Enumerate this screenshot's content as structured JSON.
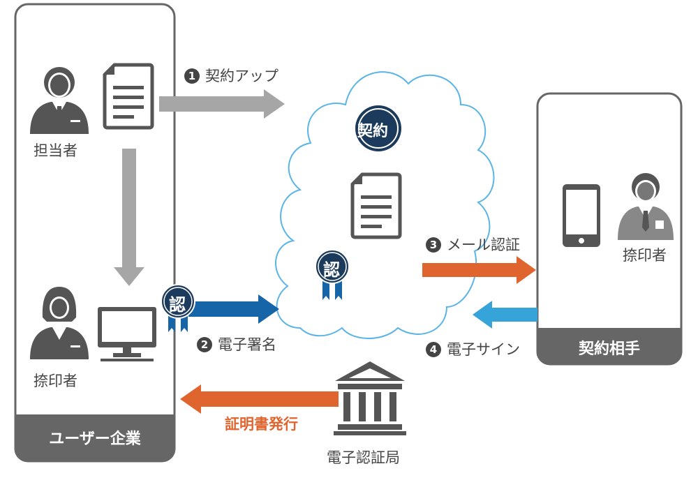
{
  "user_company": {
    "title": "ユーザー企業",
    "person_top": "担当者",
    "person_bottom": "捺印者"
  },
  "partner": {
    "title": "契約相手",
    "person": "捺印者"
  },
  "cloud": {
    "contract_badge": "契約",
    "auth_badge": "認"
  },
  "steps": [
    {
      "num": "1",
      "label": "契約アップ"
    },
    {
      "num": "2",
      "label": "電子署名"
    },
    {
      "num": "3",
      "label": "メール認証"
    },
    {
      "num": "4",
      "label": "電子サイン"
    }
  ],
  "certificate": "証明書発行",
  "authority": "電子認証局",
  "left_seal": "認",
  "colors": {
    "gray_arrow": "#a6a6a6",
    "blue_arrow": "#1565a8",
    "orange_arrow": "#e0642e",
    "light_blue_arrow": "#36a3d9",
    "panel_gray": "#666666",
    "cloud_outline": "#5ab4e6",
    "badge_navy": "#1b3a5c"
  }
}
